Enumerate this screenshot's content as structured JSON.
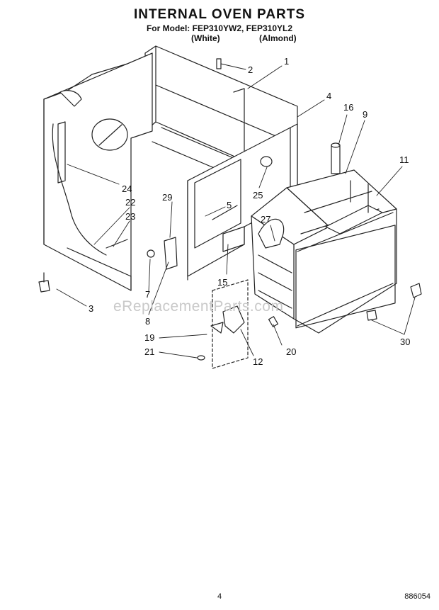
{
  "header": {
    "title": "INTERNAL OVEN PARTS",
    "subtitle": "For Model: FEP310YW2, FEP310YL2",
    "variant_white": "(White)",
    "variant_almond": "(Almond)"
  },
  "callouts": {
    "c1": "1",
    "c2": "2",
    "c3": "3",
    "c4": "4",
    "c5": "5",
    "c7": "7",
    "c8": "8",
    "c9": "9",
    "c11": "11",
    "c12": "12",
    "c15": "15",
    "c16": "16",
    "c19": "19",
    "c20": "20",
    "c21": "21",
    "c22": "22",
    "c23": "23",
    "c24": "24",
    "c25": "25",
    "c27": "27",
    "c29": "29",
    "c30": "30"
  },
  "watermark": "eReplacementParts.com",
  "footer": {
    "page_number": "4",
    "document_number": "886054"
  }
}
